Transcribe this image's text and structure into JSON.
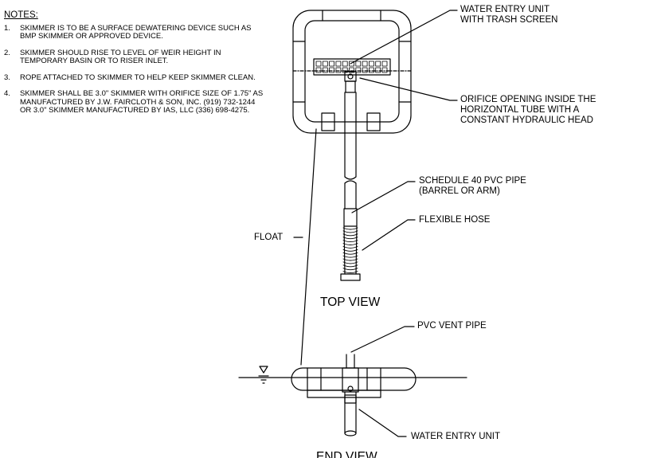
{
  "notes": {
    "title": "NOTES:",
    "items": [
      {
        "num": "1.",
        "text": "SKIMMER IS TO BE A SURFACE DEWATERING DEVICE SUCH AS BMP SKIMMER OR APPROVED DEVICE."
      },
      {
        "num": "2.",
        "text": "SKIMMER SHOULD RISE TO LEVEL OF WEIR HEIGHT IN TEMPORARY BASIN OR TO RISER INLET."
      },
      {
        "num": "3.",
        "text": "ROPE ATTACHED TO SKIMMER TO HELP KEEP SKIMMER CLEAN."
      },
      {
        "num": "4.",
        "text": "SKIMMER SHALL BE 3.0\" SKIMMER WITH ORIFICE SIZE OF 1.75\" AS MANUFACTURED BY J.W. FAIRCLOTH & SON, INC. (919) 732-1244 OR 3.0\" SKIMMER MANUFACTURED BY IAS, LLC (336) 698-4275."
      }
    ]
  },
  "callouts": {
    "water_entry_unit_top_1": "WATER ENTRY UNIT",
    "water_entry_unit_top_2": "WITH TRASH SCREEN",
    "orifice_1": "ORIFICE OPENING INSIDE THE",
    "orifice_2": "HORIZONTAL TUBE WITH A",
    "orifice_3": "CONSTANT HYDRAULIC HEAD",
    "pvc_pipe_1": "SCHEDULE 40 PVC PIPE",
    "pvc_pipe_2": "(BARREL OR ARM)",
    "flexible_hose": "FLEXIBLE HOSE",
    "float": "FLOAT",
    "pvc_vent_pipe": "PVC VENT PIPE",
    "water_entry_unit_end": "WATER ENTRY UNIT"
  },
  "views": {
    "top_view": "TOP VIEW",
    "end_view": "END VIEW"
  },
  "colors": {
    "line": "#000000",
    "background": "#ffffff"
  }
}
